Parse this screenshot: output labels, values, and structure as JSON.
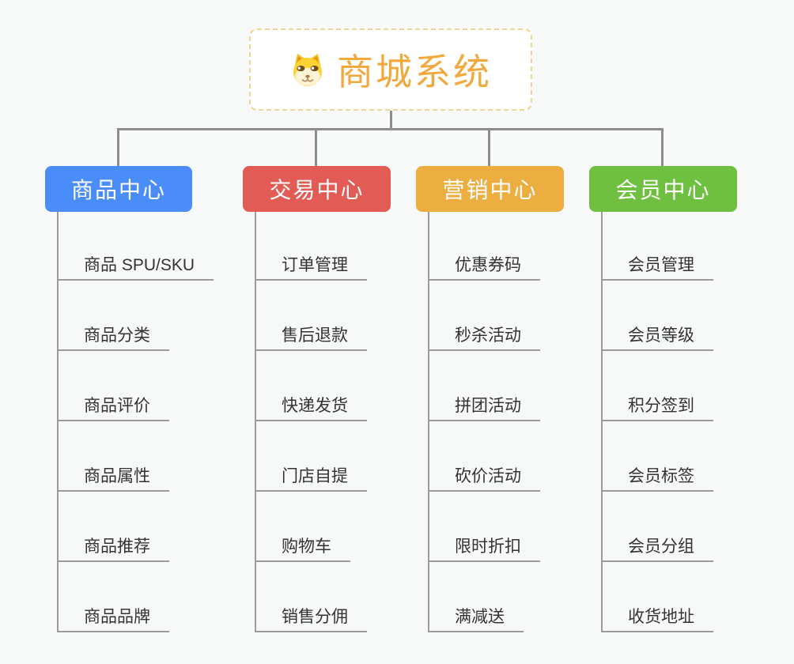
{
  "root": {
    "title": "商城系统",
    "icon": "dog-face-icon",
    "text_color": "#f1a93e",
    "border_color": "#f3d391",
    "background": "#ffffff"
  },
  "canvas_background": "#f7f8f8",
  "connector_color": "#8d8d8d",
  "subline_color": "#9b9b9b",
  "branches": [
    {
      "label": "商品中心",
      "color": "#4b8df8",
      "children": [
        "商品 SPU/SKU",
        "商品分类",
        "商品评价",
        "商品属性",
        "商品推荐",
        "商品品牌"
      ]
    },
    {
      "label": "交易中心",
      "color": "#e25b55",
      "children": [
        "订单管理",
        "售后退款",
        "快递发货",
        "门店自提",
        "购物车",
        "销售分佣"
      ]
    },
    {
      "label": "营销中心",
      "color": "#ecad41",
      "children": [
        "优惠券码",
        "秒杀活动",
        "拼团活动",
        "砍价活动",
        "限时折扣",
        "满减送"
      ]
    },
    {
      "label": "会员中心",
      "color": "#6fc040",
      "children": [
        "会员管理",
        "会员等级",
        "积分签到",
        "会员标签",
        "会员分组",
        "收货地址"
      ]
    }
  ]
}
